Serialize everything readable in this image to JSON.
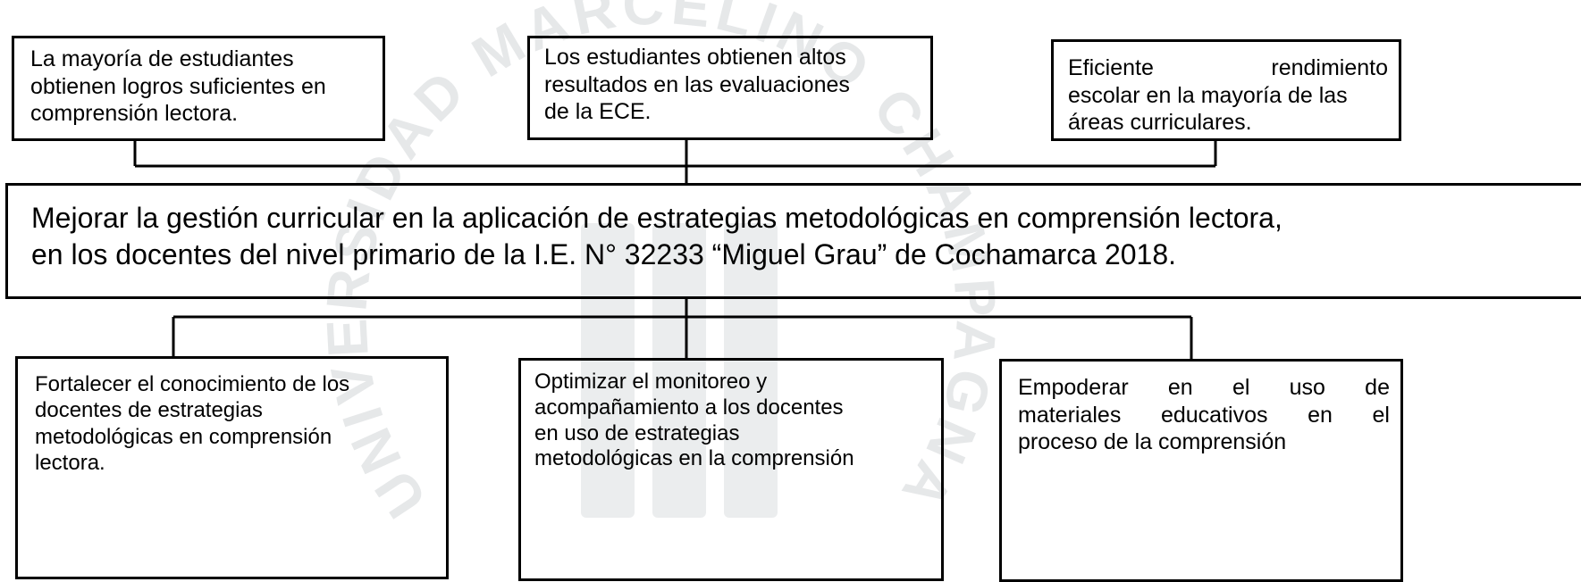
{
  "diagram": {
    "effects": [
      {
        "lines": [
          "La mayoría de estudiantes",
          "obtienen logros suficientes en",
          "comprensión lectora."
        ]
      },
      {
        "lines": [
          "Los estudiantes obtienen altos",
          "resultados en las evaluaciones",
          "de la ECE."
        ]
      },
      {
        "lines": [
          "Eficiente rendimiento",
          "escolar en la mayoría de las",
          "áreas curriculares."
        ]
      }
    ],
    "central_objective": {
      "lines": [
        "Mejorar la  gestión curricular en la aplicación de estrategias metodológicas en comprensión lectora,",
        "en los docentes del nivel primario de la I.E. N° 32233 “Miguel Grau” de Cochamarca 2018."
      ]
    },
    "means": [
      {
        "lines": [
          "Fortalecer el conocimiento de los",
          "docentes de estrategias",
          "metodológicas en comprensión",
          "lectora."
        ]
      },
      {
        "lines": [
          "Optimizar el  monitoreo y",
          "acompañamiento a los docentes",
          "en uso de estrategias",
          "metodológicas en la comprensión"
        ]
      },
      {
        "lines": [
          "Empoderar en el  uso de",
          "materiales educativos en el",
          "proceso de la comprensión"
        ]
      }
    ]
  },
  "watermark": {
    "arc_text": "UNIVERSIDAD MARCELINO CHAMPAGNAT",
    "color": "#cfd2d4"
  }
}
